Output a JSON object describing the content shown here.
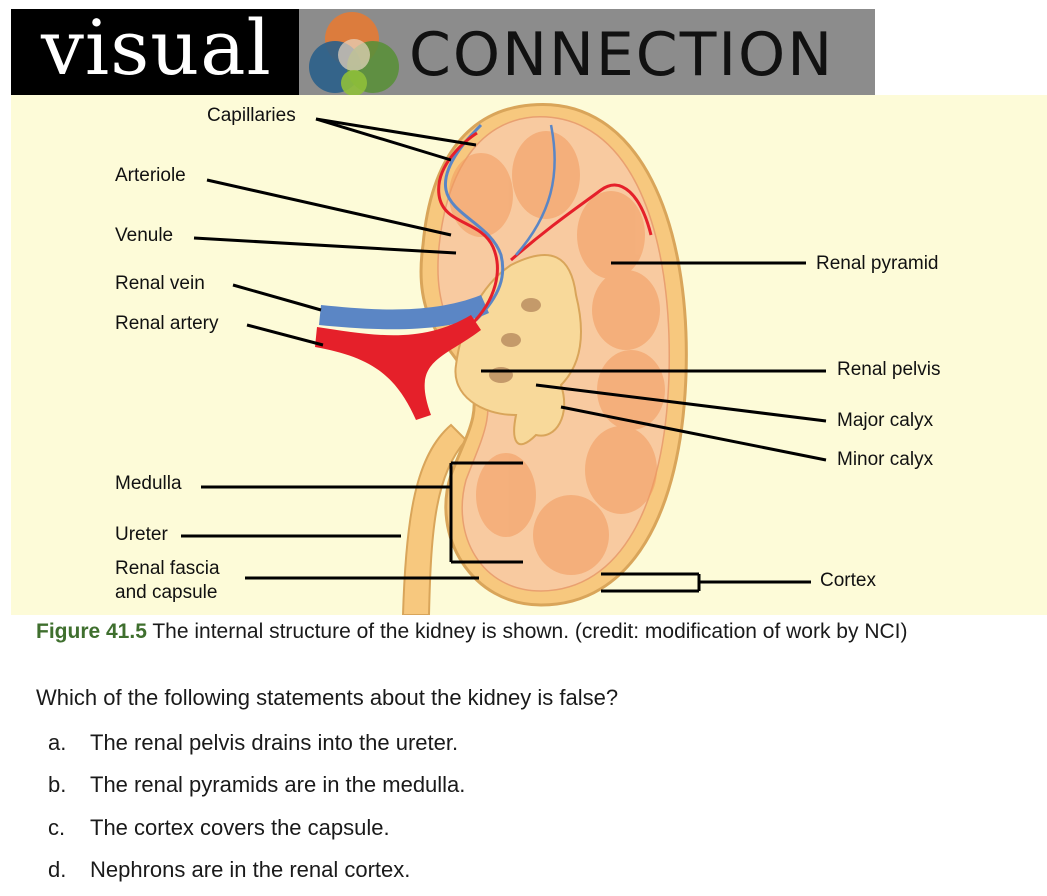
{
  "banner": {
    "word1": "visual",
    "word2": "CONNECTION"
  },
  "labels": {
    "capillaries": "Capillaries",
    "arteriole": "Arteriole",
    "venule": "Venule",
    "renal_vein": "Renal vein",
    "renal_artery": "Renal artery",
    "medulla": "Medulla",
    "ureter": "Ureter",
    "renal_fascia_1": "Renal fascia",
    "renal_fascia_2": "and capsule",
    "renal_pyramid": "Renal pyramid",
    "renal_pelvis": "Renal pelvis",
    "major_calyx": "Major calyx",
    "minor_calyx": "Minor calyx",
    "cortex": "Cortex"
  },
  "caption": {
    "number": "Figure 41.5",
    "text": " The internal structure of the kidney is shown. (credit: modification of work by NCI)"
  },
  "question": "Which of the following statements about the kidney is false?",
  "options": [
    {
      "letter": "a.",
      "text": "The renal pelvis drains into the ureter."
    },
    {
      "letter": "b.",
      "text": "The renal pyramids are in the medulla."
    },
    {
      "letter": "c.",
      "text": "The cortex covers the capsule."
    },
    {
      "letter": "d.",
      "text": "Nephrons are in the renal cortex."
    }
  ],
  "colors": {
    "figure_bg": "#fdfbd8",
    "caption_accent": "#3f6f2e",
    "artery": "#e5202a",
    "vein": "#5b86c5"
  }
}
